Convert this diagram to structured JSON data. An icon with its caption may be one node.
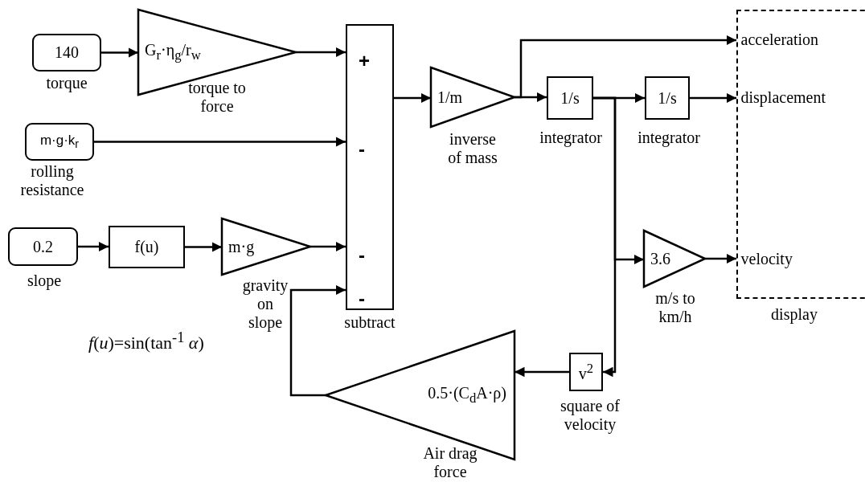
{
  "diagram": {
    "nodes": [
      {
        "text": [
          "140"
        ],
        "beside": [
          "torque"
        ]
      },
      {
        "text": [
          "G$_{r}$·η$_{g}$/r$_{w}$"
        ],
        "beside": [
          "torque to force"
        ]
      },
      {
        "text": [
          "m·g·k$_{r}$"
        ],
        "beside": [
          "rolling resistance"
        ]
      },
      {
        "text": [
          "0.2"
        ],
        "beside": [
          "slope"
        ]
      },
      {
        "text": [
          "f(u)"
        ]
      },
      {
        "text": [
          "m·g"
        ],
        "beside": [
          "gravity on slope"
        ]
      },
      {
        "text": [
          "+",
          "-",
          "-",
          "-"
        ],
        "beside": [
          "subtract"
        ]
      },
      {
        "text": [
          "1/m"
        ],
        "beside": [
          "inverse of mass"
        ]
      },
      {
        "text": [
          "1/s"
        ],
        "beside": [
          "integrator"
        ]
      },
      {
        "text": [
          "1/s"
        ],
        "beside": [
          "integrator"
        ]
      },
      {
        "text": [
          "3.6"
        ],
        "beside": [
          "m/s to km/h"
        ]
      },
      {
        "text": [
          "v$^{2}$"
        ],
        "beside": [
          "square of velocity"
        ]
      },
      {
        "text": [
          "0.5·(C$_{d}$A·ρ)"
        ],
        "beside": [
          "Air drag force"
        ]
      },
      {
        "text": [
          "display"
        ]
      },
      {
        "text": [
          "acceleration"
        ],
        "in": 13
      },
      {
        "text": [
          "displacement"
        ],
        "in": 13
      },
      {
        "text": [
          "velocity"
        ],
        "in": 13
      }
    ],
    "edges": [
      {
        "from": 0,
        "to": 1,
        "arrow": "to"
      },
      {
        "from": 1,
        "to": 6,
        "arrow": "to"
      },
      {
        "from": 2,
        "to": 6,
        "arrow": "to"
      },
      {
        "from": 3,
        "to": 4,
        "arrow": "to"
      },
      {
        "from": 4,
        "to": 5,
        "arrow": "to"
      },
      {
        "from": 5,
        "to": 6,
        "arrow": "to"
      },
      {
        "from": 12,
        "to": 6,
        "arrow": "to"
      },
      {
        "from": 6,
        "to": 7,
        "arrow": "to"
      },
      {
        "from": 7,
        "to": 8,
        "arrow": "to"
      },
      {
        "from": 7,
        "to": 14,
        "arrow": "to"
      },
      {
        "from": 8,
        "to": 9,
        "arrow": "to"
      },
      {
        "from": 9,
        "to": 15,
        "arrow": "to"
      },
      {
        "from": 8,
        "to": 10,
        "arrow": "to"
      },
      {
        "from": 8,
        "to": 11,
        "arrow": "to"
      },
      {
        "from": 10,
        "to": 16,
        "arrow": "to"
      },
      {
        "from": 11,
        "to": 12,
        "arrow": "to"
      }
    ],
    "labels": [
      "*f*(*u*)=sin(tan$^{-1}$ *α*)"
    ]
  }
}
